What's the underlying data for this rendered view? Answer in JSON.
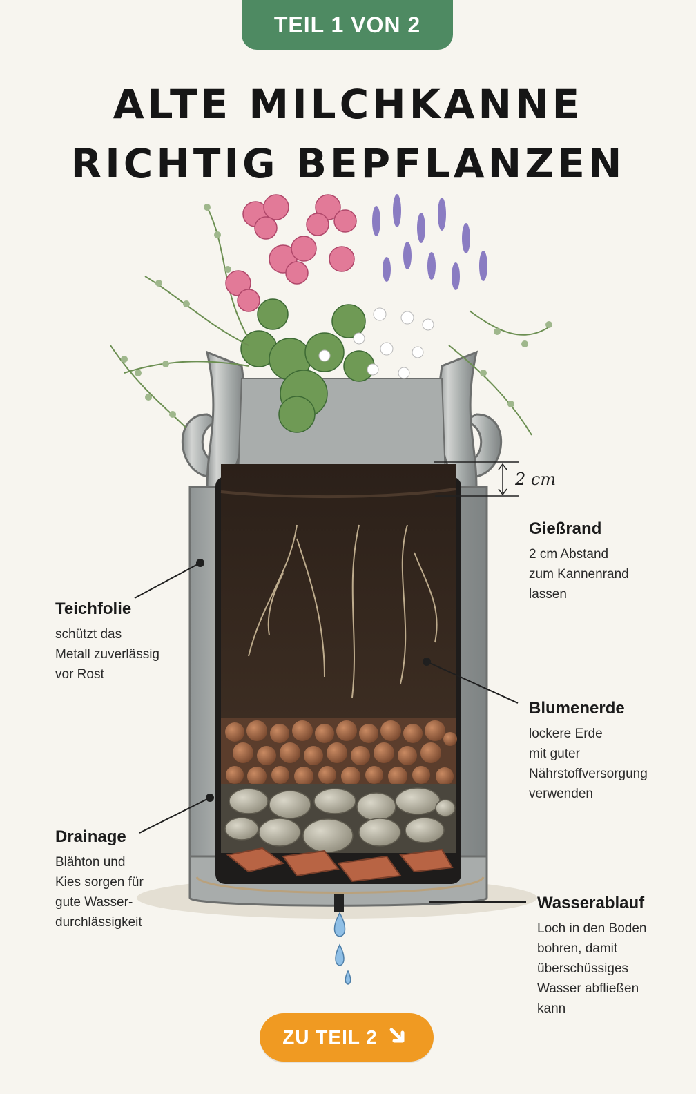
{
  "badge": "TEIL 1 VON 2",
  "title": {
    "line1": "ALTE MILCHKANNE",
    "line2": "RICHTIG BEPFLANZEN"
  },
  "measure": "2 cm",
  "labels": {
    "giessrand": {
      "title": "Gießrand",
      "text": "2 cm Abstand\nzum Kannenrand\nlassen"
    },
    "teichfolie": {
      "title": "Teichfolie",
      "text": "schützt das\nMetall zuverlässig\nvor Rost"
    },
    "blumenerde": {
      "title": "Blumenerde",
      "text": "lockere Erde\nmit guter\nNährstoffversorgung\nverwenden"
    },
    "drainage": {
      "title": "Drainage",
      "text": "Blähton und\nKies sorgen für\ngute Wasser-\ndurchlässigkeit"
    },
    "wasserablauf": {
      "title": "Wasserablauf",
      "text": "Loch in den Boden\nbohren, damit\nüberschüssiges\nWasser abfließen\nkann"
    }
  },
  "next_button": {
    "label": "ZU TEIL 2",
    "icon": "arrow-down-right-icon"
  },
  "colors": {
    "badge": "#4e8a62",
    "button": "#f09a22",
    "soil": "#3a2a1f",
    "metal": "#b9bcbc"
  }
}
